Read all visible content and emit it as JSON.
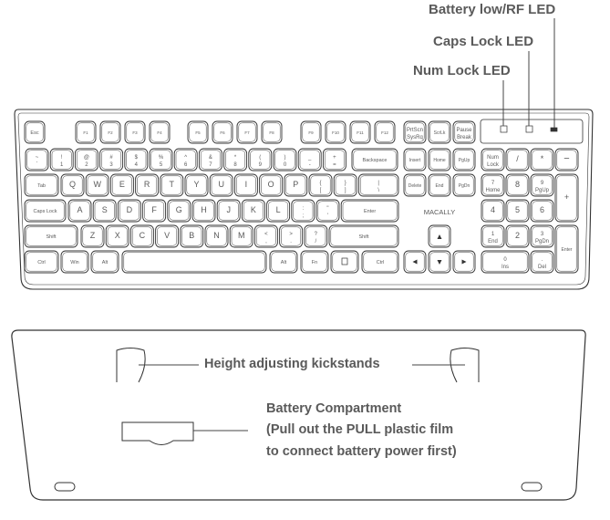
{
  "callouts": {
    "battery_led": "Battery low/RF  LED",
    "caps_led": "Caps Lock LED",
    "num_led": "Num Lock LED",
    "kickstands": "Height adjusting kickstands",
    "compartment_line1": "Battery Compartment",
    "compartment_line2": "(Pull out the PULL plastic film",
    "compartment_line3": "to connect battery power first)"
  },
  "brand": "MACALLY",
  "colors": {
    "outline": "#333333",
    "text": "#5a5a5a",
    "key_fill": "#ffffff"
  },
  "keys": {
    "esc": "Esc",
    "f1": "F1",
    "f2": "F2",
    "f3": "F3",
    "f4": "F4",
    "f5": "F5",
    "f6": "F6",
    "f7": "F7",
    "f8": "F8",
    "f9": "F9",
    "f10": "F10",
    "f11": "F11",
    "f12": "F12",
    "prtsc": "PrtScn",
    "sysrq": "SysRq",
    "scrlk": "ScrLk",
    "pause": "Pause",
    "break": "Break",
    "backspace": "Backspace",
    "insert": "Insert",
    "home": "Home",
    "pgup": "PgUp",
    "numlock1": "Num",
    "numlock2": "Lock",
    "tab": "Tab",
    "delete": "Delete",
    "end": "End",
    "pgdn": "PgDn",
    "capslock": "Caps Lock",
    "enter": "Enter",
    "shift": "Shift",
    "ctrl": "Ctrl",
    "win": "Win",
    "alt": "Alt",
    "fn": "Fn",
    "num_enter": "Enter",
    "num_ins": "Ins",
    "num_del": "Del",
    "num_home": "Home",
    "num_end": "End",
    "num_pgup": "PgUp",
    "num_pgdn": "PgDn",
    "num_slash": "/",
    "num_star": "*",
    "num_minus": "−",
    "num_plus": "+",
    "row1": [
      "~",
      "!",
      "@",
      "#",
      "$",
      "%",
      "^",
      "&",
      "*",
      "(",
      ")",
      "_",
      "+"
    ],
    "row1_low": [
      "`",
      "1",
      "2",
      "3",
      "4",
      "5",
      "6",
      "7",
      "8",
      "9",
      "0",
      "-",
      "="
    ],
    "row2": [
      "Q",
      "W",
      "E",
      "R",
      "T",
      "Y",
      "U",
      "I",
      "O",
      "P"
    ],
    "row2_br": [
      "{",
      "}",
      "|"
    ],
    "row2_br_low": [
      "[",
      "]",
      "\\"
    ],
    "row3": [
      "A",
      "S",
      "D",
      "F",
      "G",
      "H",
      "J",
      "K",
      "L"
    ],
    "row3_p": [
      ":",
      "\""
    ],
    "row3_p_low": [
      ";",
      "'"
    ],
    "row4": [
      "Z",
      "X",
      "C",
      "V",
      "B",
      "N",
      "M"
    ],
    "row4_p": [
      "<",
      ">",
      "?"
    ],
    "row4_p_low": [
      ",",
      ".",
      "/"
    ],
    "num7": "7",
    "num8": "8",
    "num9": "9",
    "num4": "4",
    "num5": "5",
    "num6": "6",
    "num1": "1",
    "num2": "2",
    "num3": "3",
    "num0": "0",
    "num_dot": "."
  }
}
